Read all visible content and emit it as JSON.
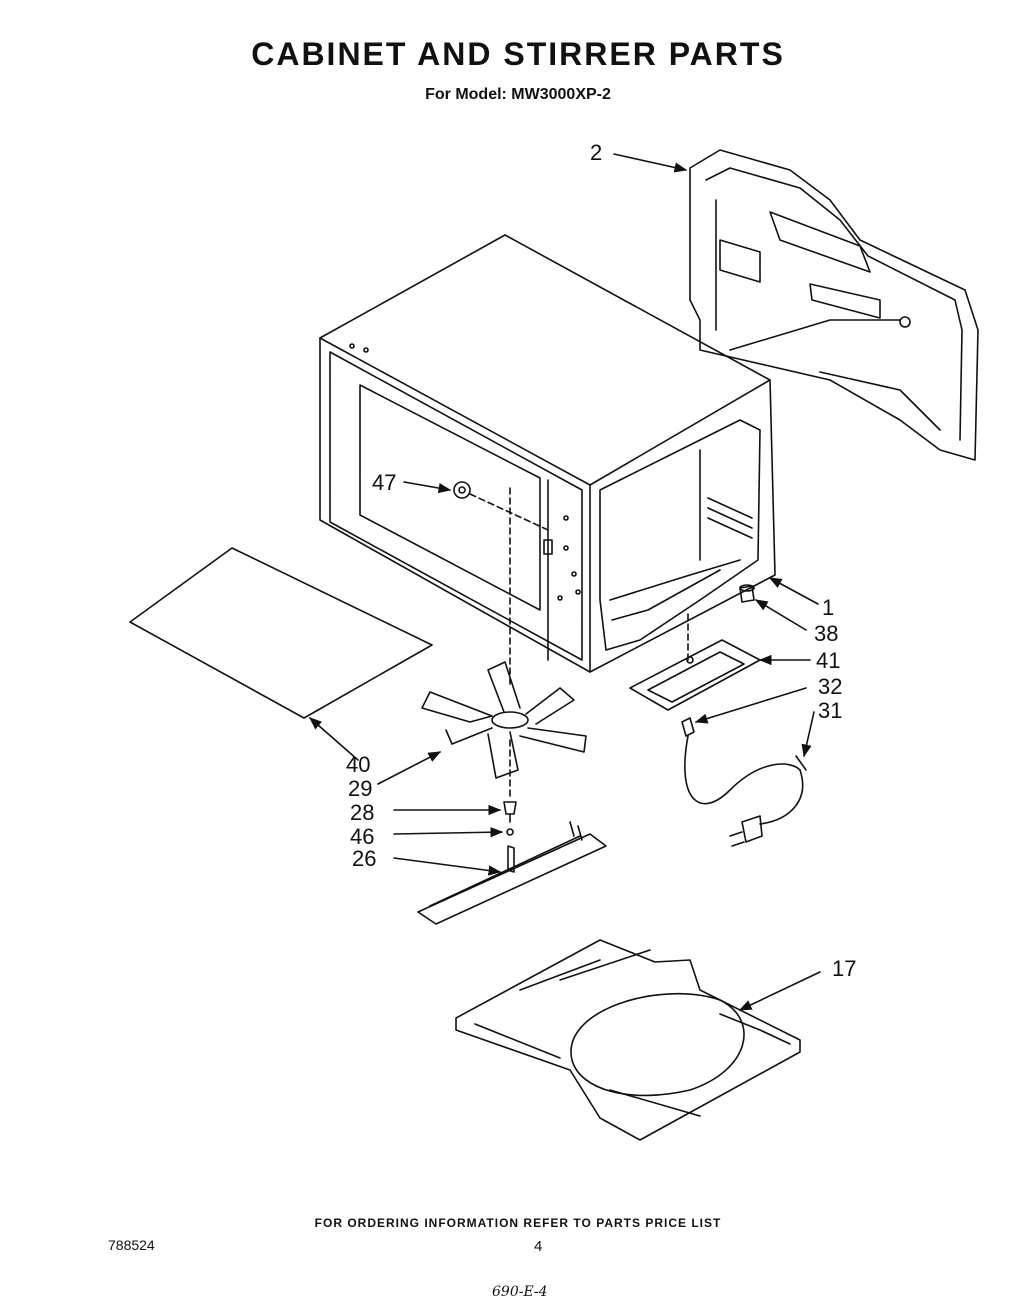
{
  "header": {
    "title": "CABINET AND STIRRER PARTS",
    "subtitle": "For Model: MW3000XP-2"
  },
  "callouts": {
    "c1": "1",
    "c2": "2",
    "c17": "17",
    "c26": "26",
    "c28": "28",
    "c29": "29",
    "c31": "31",
    "c32": "32",
    "c38": "38",
    "c40": "40",
    "c41": "41",
    "c46": "46",
    "c47": "47"
  },
  "footer": {
    "ordering_note": "FOR ORDERING INFORMATION REFER TO PARTS PRICE LIST",
    "document_number": "788524",
    "page_number": "4",
    "handwritten_note": "690-E-4"
  }
}
